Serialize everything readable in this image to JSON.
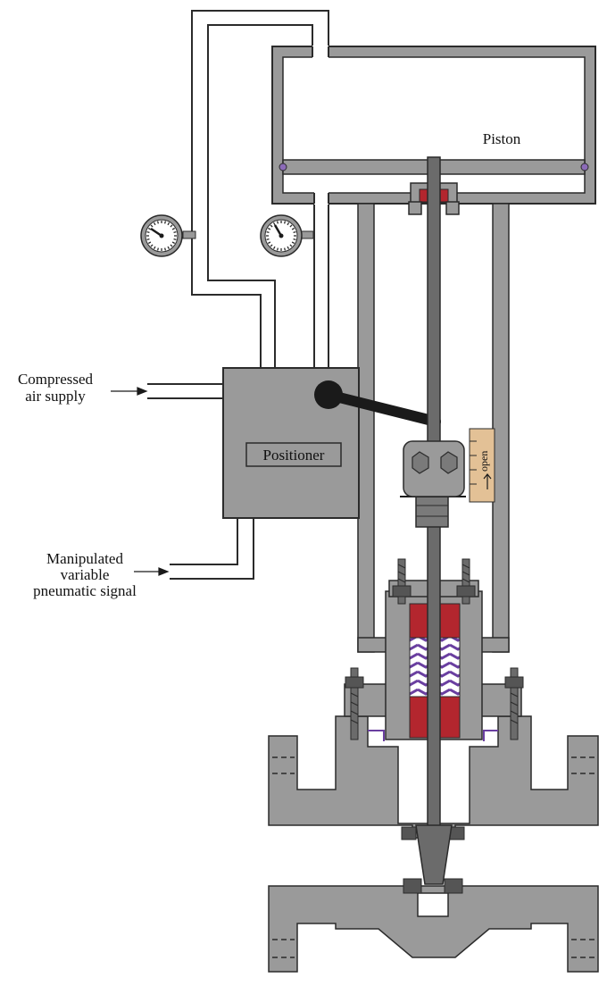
{
  "labels": {
    "piston": "Piston",
    "positioner": "Positioner",
    "air_supply_line1": "Compressed",
    "air_supply_line2": "air supply",
    "signal_line1": "Manipulated",
    "signal_line2": "variable",
    "signal_line3": "pneumatic signal",
    "indicator": "open"
  },
  "gauges": [
    {
      "name": "supply-pressure-gauge"
    },
    {
      "name": "output-pressure-gauge"
    }
  ],
  "colors": {
    "body_gray": "#9a9a9a",
    "stem_gray": "#6b6b6b",
    "outline": "#2b2b2b",
    "packing_red": "#b3262e",
    "packing_purple": "#6a3fa0",
    "indicator_tan": "#e3c196",
    "lever": "#1a1a1a"
  }
}
